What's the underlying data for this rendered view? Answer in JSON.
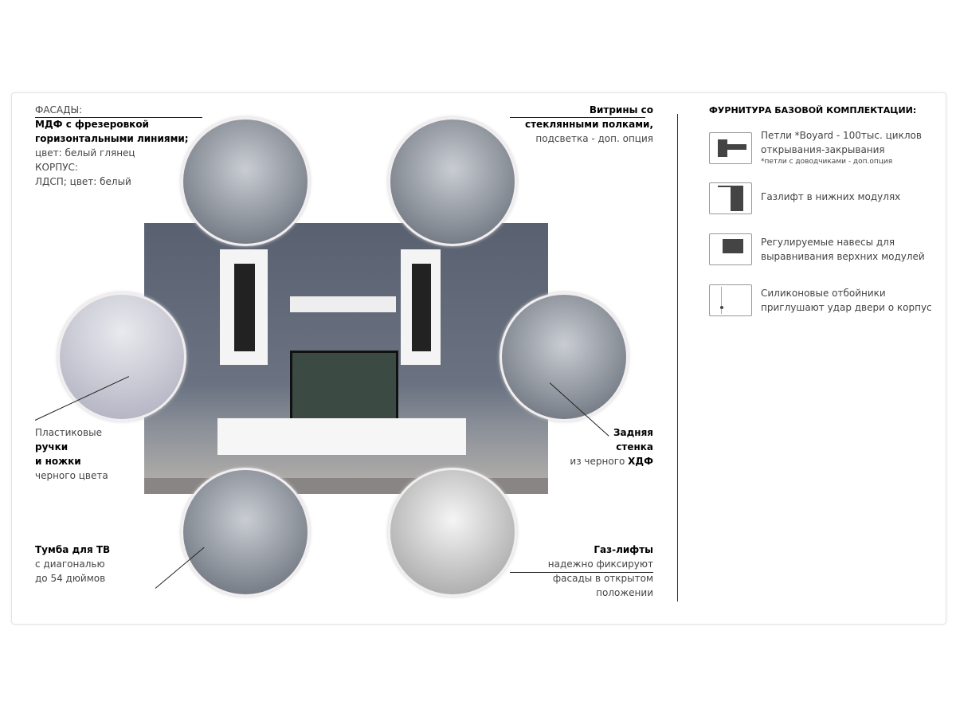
{
  "facades": {
    "label": "ФАСАДЫ:",
    "bold1": "МДФ с фрезеровкой",
    "bold2": "горизонтальными линиями;",
    "color": "цвет: белый глянец",
    "body_label": "КОРПУС:",
    "body": "ЛДСП; цвет: белый"
  },
  "showcases": {
    "bold1": "Витрины со",
    "bold2": "стеклянными полками,",
    "sub": "подсветка - доп. опция"
  },
  "handles": {
    "l1": "Пластиковые",
    "b1": "ручки",
    "b2": "и ножки",
    "l2": "черного цвета"
  },
  "back": {
    "b1": "Задняя",
    "b2": "стенка",
    "l1": "из черного ",
    "b3": "ХДФ"
  },
  "tv": {
    "b1": "Тумба для ТВ",
    "l1": "с диагональю",
    "l2": "до 54 дюймов"
  },
  "gas": {
    "b1": "Газ-лифты",
    "l1": "надежно фиксируют",
    "l2": "фасады в открытом",
    "l3": "положении"
  },
  "hardware": {
    "title": "ФУРНИТУРА БАЗОВОЙ КОМПЛЕКТАЦИИ:",
    "items": [
      {
        "icon": "hinge-icon",
        "l1": "Петли *Boyard - 100тыс. циклов",
        "l2": "открывания-закрывания",
        "note": "*петли с доводчиками - доп.опция"
      },
      {
        "icon": "gas-lift-icon",
        "l1": "Газлифт в нижних модулях"
      },
      {
        "icon": "hanger-icon",
        "l1": "Регулируемые навесы для",
        "l2": "выравнивания верхних модулей"
      },
      {
        "icon": "bumper-icon",
        "l1": "Силиконовые отбойники",
        "l2": "приглушают удар двери о корпус"
      }
    ]
  }
}
